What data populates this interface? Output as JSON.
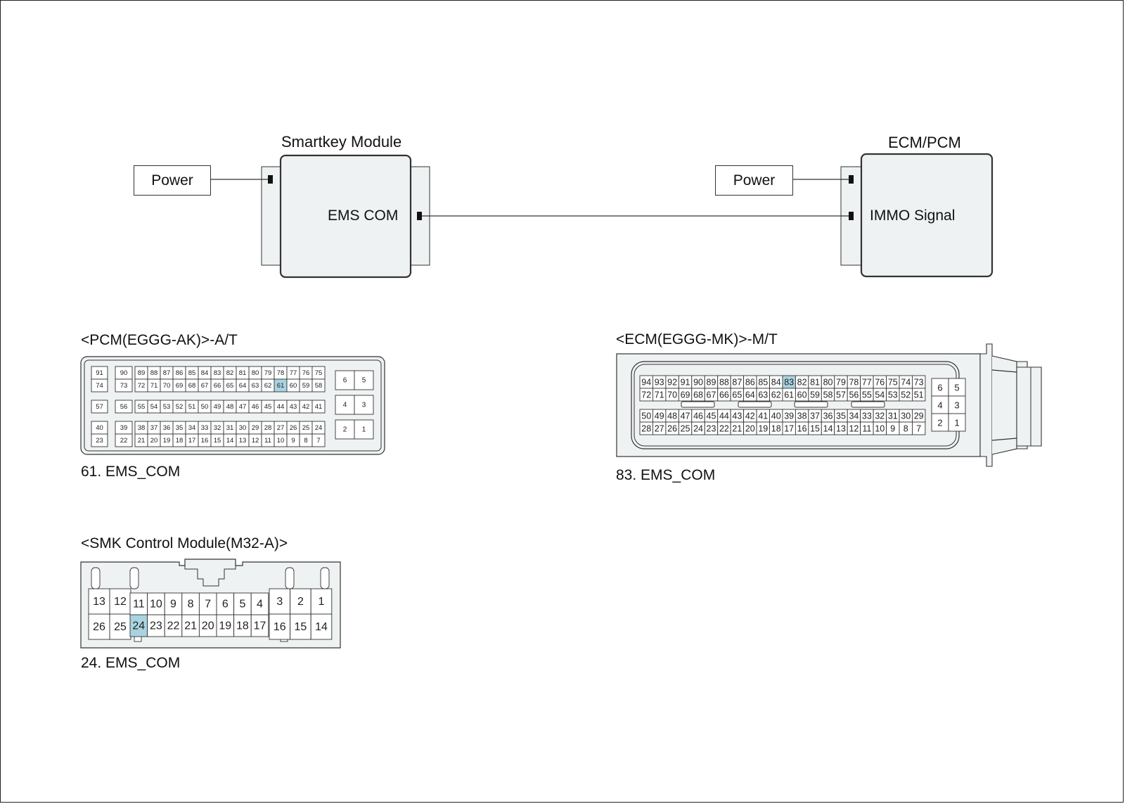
{
  "diagram": {
    "smartkey": {
      "title": "Smartkey Module",
      "port": "EMS COM",
      "power": "Power"
    },
    "ecm": {
      "title": "ECM/PCM",
      "port": "IMMO Signal",
      "power": "Power"
    }
  },
  "connectors": {
    "pcm": {
      "title": "<PCM(EGGG-AK)>-A/T",
      "caption": "61. EMS_COM",
      "highlight": "61",
      "left_pins": [
        [
          "91",
          "74"
        ],
        [
          "57"
        ],
        [
          "40",
          "23"
        ]
      ],
      "mid_pins": [
        [
          "90",
          "73"
        ],
        [
          "56"
        ],
        [
          "39",
          "22"
        ]
      ],
      "rows": [
        [
          "89",
          "88",
          "87",
          "86",
          "85",
          "84",
          "83",
          "82",
          "81",
          "80",
          "79",
          "78",
          "77",
          "76",
          "75"
        ],
        [
          "72",
          "71",
          "70",
          "69",
          "68",
          "67",
          "66",
          "65",
          "64",
          "63",
          "62",
          "61",
          "60",
          "59",
          "58"
        ],
        [
          "55",
          "54",
          "53",
          "52",
          "51",
          "50",
          "49",
          "48",
          "47",
          "46",
          "45",
          "44",
          "43",
          "42",
          "41"
        ],
        [
          "38",
          "37",
          "36",
          "35",
          "34",
          "33",
          "32",
          "31",
          "30",
          "29",
          "28",
          "27",
          "26",
          "25",
          "24"
        ],
        [
          "21",
          "20",
          "19",
          "18",
          "17",
          "16",
          "15",
          "14",
          "13",
          "12",
          "11",
          "10",
          "9",
          "8",
          "7"
        ]
      ],
      "right_pins": [
        [
          "6",
          "5"
        ],
        [
          "4",
          "3"
        ],
        [
          "2",
          "1"
        ]
      ]
    },
    "ecm": {
      "title": "<ECM(EGGG-MK)>-M/T",
      "caption": "83. EMS_COM",
      "highlight": "83",
      "rows": [
        [
          "94",
          "93",
          "92",
          "91",
          "90",
          "89",
          "88",
          "87",
          "86",
          "85",
          "84",
          "83",
          "82",
          "81",
          "80",
          "79",
          "78",
          "77",
          "76",
          "75",
          "74",
          "73"
        ],
        [
          "72",
          "71",
          "70",
          "69",
          "68",
          "67",
          "66",
          "65",
          "64",
          "63",
          "62",
          "61",
          "60",
          "59",
          "58",
          "57",
          "56",
          "55",
          "54",
          "53",
          "52",
          "51"
        ],
        [
          "50",
          "49",
          "48",
          "47",
          "46",
          "45",
          "44",
          "43",
          "42",
          "41",
          "40",
          "39",
          "38",
          "37",
          "36",
          "35",
          "34",
          "33",
          "32",
          "31",
          "30",
          "29"
        ],
        [
          "28",
          "27",
          "26",
          "25",
          "24",
          "23",
          "22",
          "21",
          "20",
          "19",
          "18",
          "17",
          "16",
          "15",
          "14",
          "13",
          "12",
          "11",
          "10",
          "9",
          "8",
          "7"
        ]
      ],
      "right_pins": [
        [
          "6",
          "5"
        ],
        [
          "4",
          "3"
        ],
        [
          "2",
          "1"
        ]
      ]
    },
    "smk": {
      "title": "<SMK Control Module(M32-A)>",
      "caption": "24. EMS_COM",
      "highlight": "24",
      "left_top": [
        "13",
        "12"
      ],
      "left_bottom": [
        "26",
        "25"
      ],
      "mid_top": [
        "11",
        "10",
        "9",
        "8",
        "7",
        "6",
        "5",
        "4"
      ],
      "mid_bottom": [
        "24",
        "23",
        "22",
        "21",
        "20",
        "19",
        "18",
        "17"
      ],
      "right_top": [
        "3",
        "2",
        "1"
      ],
      "right_bottom": [
        "16",
        "15",
        "14"
      ]
    }
  }
}
